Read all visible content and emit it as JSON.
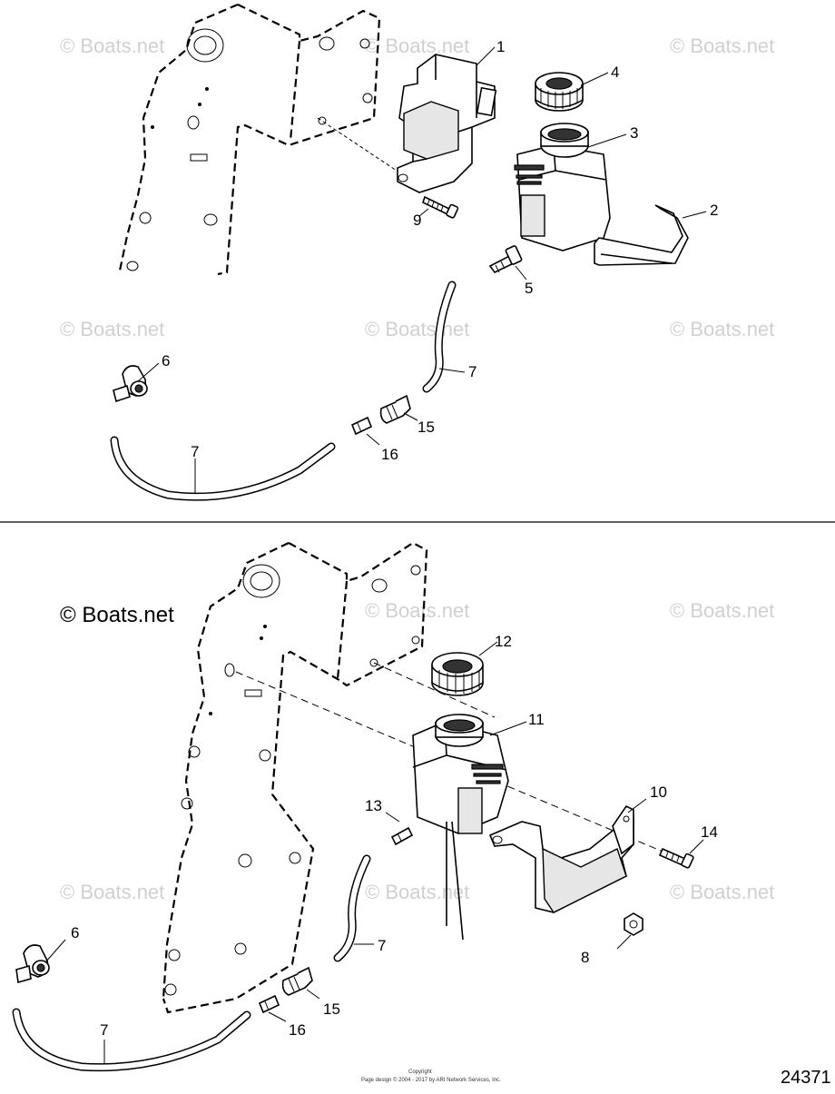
{
  "diagram": {
    "drawing_number": "24371",
    "watermark_text": "© Boats.net",
    "copyright_small": "Copyright",
    "copyright_line": "Page design © 2004 - 2017 by ARI Network Services, Inc.",
    "top_section": {
      "callouts": {
        "c1": "1",
        "c2": "2",
        "c3": "3",
        "c4": "4",
        "c5": "5",
        "c6": "6",
        "c7a": "7",
        "c7b": "7",
        "c9": "9",
        "c15": "15",
        "c16": "16"
      }
    },
    "bottom_section": {
      "callouts": {
        "c6": "6",
        "c7a": "7",
        "c7b": "7",
        "c8": "8",
        "c10": "10",
        "c11": "11",
        "c12": "12",
        "c13": "13",
        "c14": "14",
        "c15": "15",
        "c16": "16"
      }
    }
  }
}
